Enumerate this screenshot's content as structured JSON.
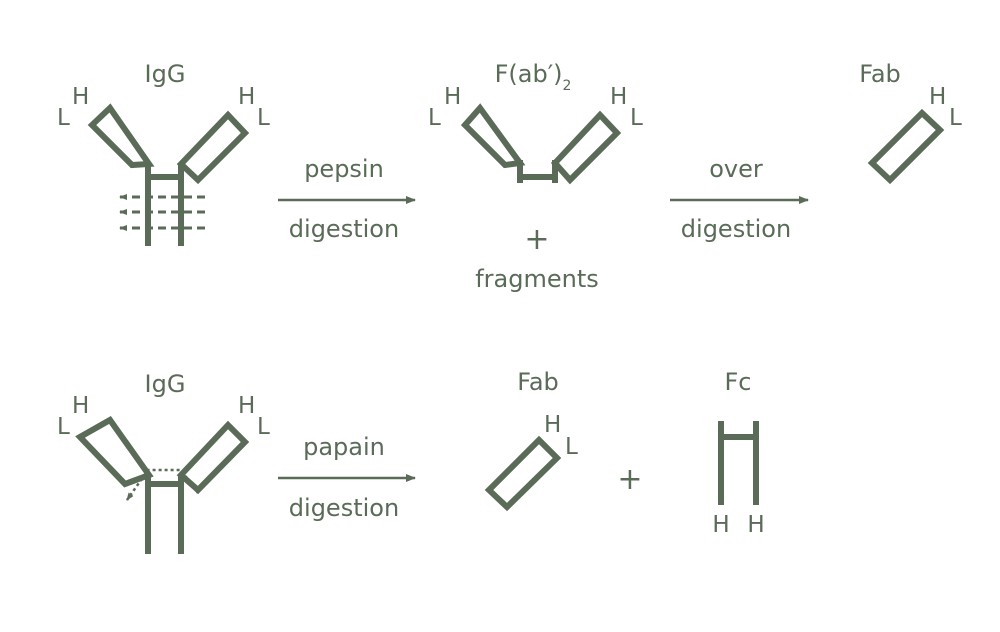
{
  "colors": {
    "ink": "#5a6b58",
    "background": "#ffffff"
  },
  "row1": {
    "igg_title": "IgG",
    "fab2_title": "F(ab′)",
    "fab2_sub": "2",
    "fab_title": "Fab",
    "arrow1_top": "pepsin",
    "arrow1_bottom": "digestion",
    "arrow2_top": "over",
    "arrow2_bottom": "digestion",
    "plus": "+",
    "fragments": "fragments"
  },
  "row2": {
    "igg_title": "IgG",
    "fab_title": "Fab",
    "fc_title": "Fc",
    "arrow_top": "papain",
    "arrow_bottom": "digestion",
    "plus": "+"
  },
  "chain_labels": {
    "heavy": "H",
    "light": "L"
  }
}
